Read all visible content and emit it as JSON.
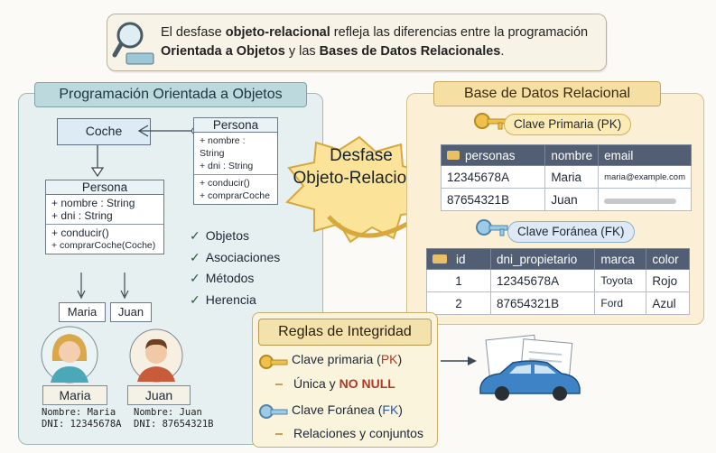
{
  "intro": {
    "line1_pre": "El desfase ",
    "line1_bold": "objeto-relacional",
    "line1_post": " refleja las diferencias entre la programación",
    "line2_bold": "Orientada a Objetos",
    "line2_mid": " y las ",
    "line2_bold2": "Bases de Datos Relacionales",
    "line2_post": "."
  },
  "oop": {
    "title": "Programación Orientada a Objetos",
    "coche": "Coche",
    "persona_top": {
      "name": "Persona",
      "attrs": [
        "+ nombre : String",
        "+ dni : String"
      ],
      "methods": [
        "+ conducir()",
        "+ comprarCoche"
      ]
    },
    "persona_main": {
      "name": "Persona",
      "attrs": [
        "+ nombre : String",
        "+ dni : String"
      ],
      "methods": [
        "+ conducir()",
        "+ comprarCoche(Coche)"
      ]
    },
    "instances": [
      "Maria",
      "Juan"
    ],
    "concepts": [
      "Objetos",
      "Asociaciones",
      "Métodos",
      "Herencia"
    ],
    "check": "✓",
    "people": [
      {
        "name": "Maria",
        "info1": "Nombre: Maria",
        "info2": "DNI: 12345678A"
      },
      {
        "name": "Juan",
        "info1": "Nombre: Juan",
        "info2": "DNI: 87654321B"
      }
    ]
  },
  "desfase": {
    "line1": "Desfase",
    "line2": "Objeto-Relacional"
  },
  "rdb": {
    "title": "Base de Datos Relacional",
    "pk_label": "Clave Primaria (PK)",
    "fk_label": "Clave Foránea (FK)",
    "personas": {
      "headers": [
        "personas",
        "nombre",
        "email"
      ],
      "rows": [
        [
          "12345678A",
          "Maria",
          "maria@example.com"
        ],
        [
          "87654321B",
          "Juan",
          ""
        ]
      ]
    },
    "coches": {
      "headers": [
        "id",
        "dni_propietario",
        "marca",
        "color"
      ],
      "rows": [
        [
          "1",
          "12345678A",
          "Toyota",
          "Rojo"
        ],
        [
          "2",
          "87654321B",
          "Ford",
          "Azul"
        ]
      ]
    }
  },
  "rules": {
    "title": "Reglas de Integridad",
    "pk_pre": "Clave primaria (",
    "pk_code": "PK",
    "pk_post": ")",
    "unique_pre": "Única y ",
    "unique_nn": "NO NULL",
    "fk_pre": "Clave Foránea (",
    "fk_code": "FK",
    "fk_post": ")",
    "relations": "Relaciones y conjuntos"
  },
  "colors": {
    "accent_pk": "#b03a26",
    "accent_fk": "#2b5aa6",
    "table_header": "#515e74"
  }
}
